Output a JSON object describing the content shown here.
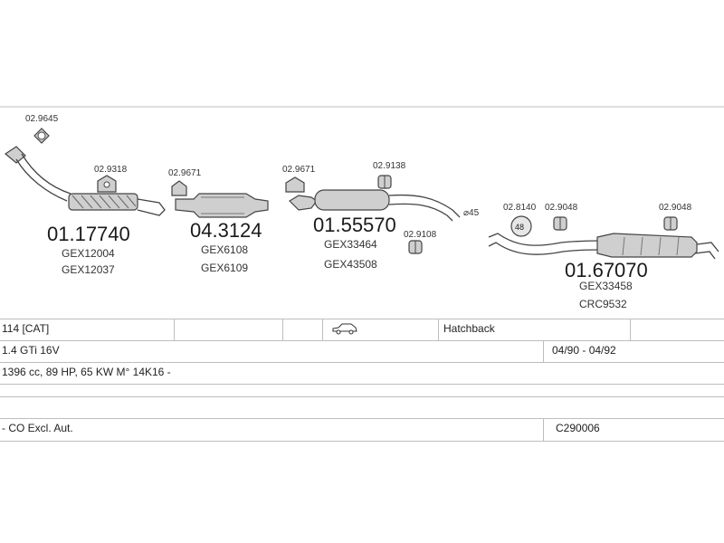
{
  "parts": {
    "top_left_clamp": "02.9645",
    "clamp_1": "02.9318",
    "front_pipe": "01.17740",
    "front_pipe_ref1": "GEX12004",
    "front_pipe_ref2": "GEX12037",
    "clamp_2": "02.9671",
    "catalyst": "04.3124",
    "catalyst_ref1": "GEX6108",
    "catalyst_ref2": "GEX6109",
    "clamp_3": "02.9671",
    "middle_pipe": "01.55570",
    "middle_pipe_ref1": "GEX33464",
    "middle_pipe_ref2": "GEX43508",
    "hanger_1": "02.9138",
    "hanger_2": "02.9108",
    "diameter": "⌀45",
    "ring": "02.8140",
    "ring_size": "48",
    "hanger_3": "02.9048",
    "hanger_4": "02.9048",
    "rear_muffler": "01.67070",
    "rear_muffler_ref1": "GEX33458",
    "rear_muffler_ref2": "CRC9532"
  },
  "table": {
    "model": "114  [CAT]",
    "body_type": "Hatchback",
    "engine_name": "1.4 GTi 16V",
    "years": "04/90 - 04/92",
    "engine_spec": "1396 cc, 89 HP, 65 KW M° 14K16 -",
    "notes": "- CO Excl. Aut.",
    "code": "C290006"
  }
}
